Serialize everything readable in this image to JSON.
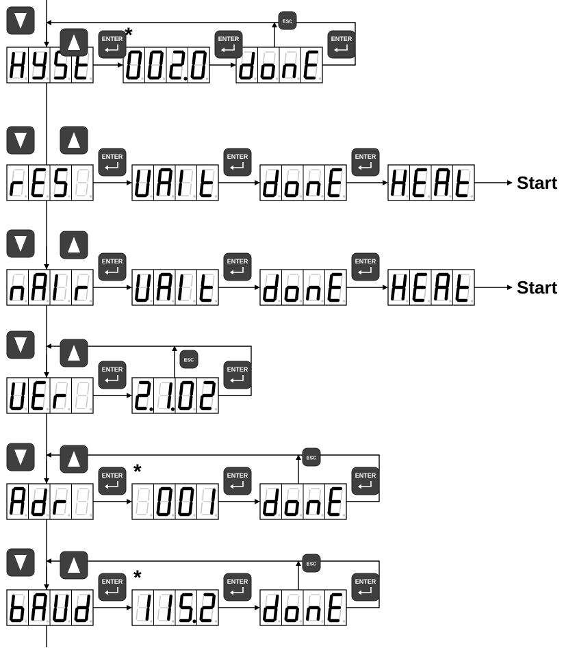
{
  "buttons": {
    "enter_text": "ENTER",
    "esc_text": "ESC"
  },
  "labels": {
    "star": "*",
    "start": "Start"
  },
  "colors": {
    "line": "#000000",
    "key_fill": "#3f3f3f",
    "key_text": "#ffffff",
    "seg_on": "#000000",
    "seg_off": "#c9c9c9",
    "display_bg": "#ffffff"
  },
  "menus": [
    {
      "id": "hyst",
      "displays": [
        {
          "id": "hyst-name",
          "text": "HYSt"
        },
        {
          "id": "hyst-value",
          "text": "002.0",
          "edit": true
        },
        {
          "id": "hyst-done",
          "text": "donE"
        }
      ]
    },
    {
      "id": "res",
      "displays": [
        {
          "id": "res-name",
          "text": "rES "
        },
        {
          "id": "res-wait",
          "text": "UAIt"
        },
        {
          "id": "res-done",
          "text": "donE"
        },
        {
          "id": "res-heat",
          "text": "HEAt"
        }
      ],
      "outcome": "Start"
    },
    {
      "id": "mair",
      "displays": [
        {
          "id": "mair-name",
          "text": "nAIr"
        },
        {
          "id": "mair-wait",
          "text": "UAIt"
        },
        {
          "id": "mair-done",
          "text": "donE"
        },
        {
          "id": "mair-heat",
          "text": "HEAt"
        }
      ],
      "outcome": "Start"
    },
    {
      "id": "ver",
      "displays": [
        {
          "id": "ver-name",
          "text": "UEr "
        },
        {
          "id": "ver-value",
          "text": "2.1.02"
        }
      ]
    },
    {
      "id": "adr",
      "displays": [
        {
          "id": "adr-name",
          "text": "Adr "
        },
        {
          "id": "adr-value",
          "text": " 001",
          "edit": true
        },
        {
          "id": "adr-done",
          "text": "donE"
        }
      ]
    },
    {
      "id": "baud",
      "displays": [
        {
          "id": "baud-name",
          "text": "bAUd"
        },
        {
          "id": "baud-value",
          "text": "115.2",
          "edit": true
        },
        {
          "id": "baud-done",
          "text": "donE"
        }
      ]
    }
  ]
}
